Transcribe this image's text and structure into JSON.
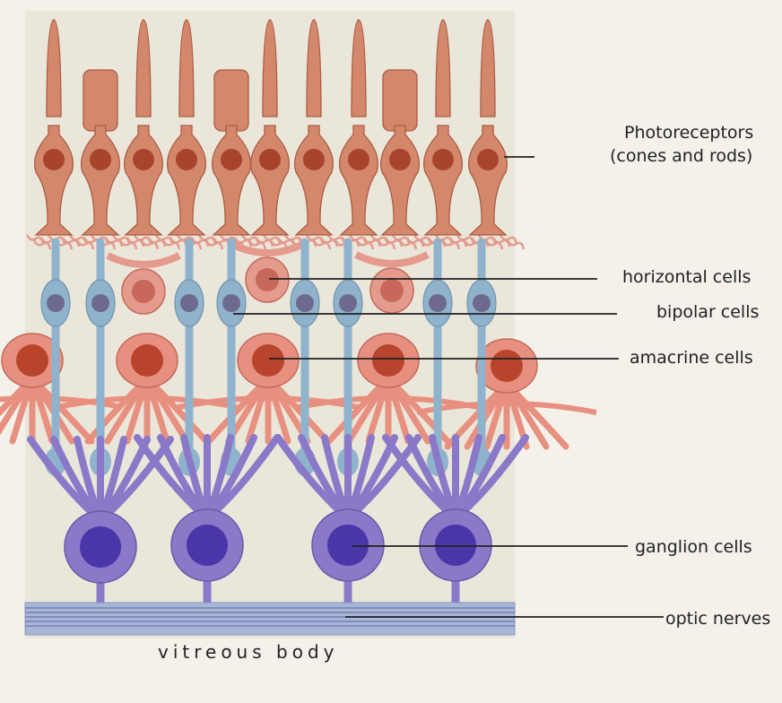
{
  "labels": {
    "photoreceptors_line1": "Photoreceptors",
    "photoreceptors_line2": "(cones and rods)",
    "horizontal": "horizontal cells",
    "bipolar": "bipolar cells",
    "amacrine": "amacrine cells",
    "ganglion": "ganglion cells",
    "optic": "optic nerves",
    "vitreous": "vitreous body"
  },
  "colors": {
    "background": "#f3f1e9",
    "panel": "#ebe6da",
    "photoreceptor": "#d4886b",
    "photoreceptor_outline": "#a85c44",
    "photoreceptor_nucleus": "#a8442c",
    "horizontal": "#e49a8c",
    "amacrine": "#e89080",
    "amacrine_nucleus": "#b8442c",
    "bipolar": "#8fb3cc",
    "bipolar_nucleus": "#6e6a8e",
    "ganglion": "#8a78c8",
    "ganglion_nucleus": "#4a36a8",
    "optic_nerve_band": "#a8b6d6",
    "leader_line": "#222222"
  }
}
